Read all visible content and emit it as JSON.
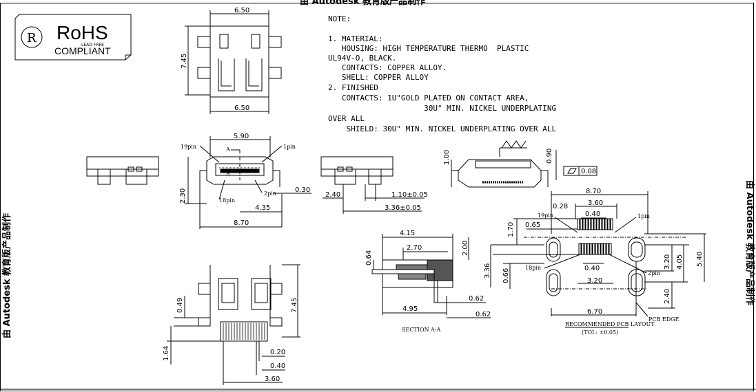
{
  "watermark": {
    "top": "由 Autodesk 教育版产品制作",
    "left": "由 Autodesk 教育版产品制作",
    "right": "由 Autodesk 教育版产品制作"
  },
  "rohs": {
    "title": "RoHS",
    "sub": "LEAD FREE",
    "compliant": "COMPLIANT",
    "logo_letter": "R"
  },
  "notes": {
    "title": "NOTE:",
    "lines": [
      "1. MATERIAL:",
      "   HOUSING: HIGH TEMPERATURE THERMO  PLASTIC",
      "UL94V-O, BLACK.",
      "   CONTACTS: COPPER ALLOY.",
      "   SHELL: COPPER ALLOY",
      "2. FINISHED",
      "   CONTACTS: 1U\"GOLD PLATED ON CONTACT AREA,",
      "                     30U\" MIN. NICKEL UNDERPLATING",
      "OVER ALL",
      "    SHIELD: 30U\" MIN. NICKEL UNDERPLATING OVER ALL"
    ]
  },
  "top_view": {
    "width_top": "6.50",
    "height": "7.45",
    "width_bottom": "6.50"
  },
  "front_view": {
    "width": "5.90",
    "pin19": "19pin",
    "pin1": "1pin",
    "section_a": "A",
    "section_a2": "A",
    "pin2": "2pin",
    "pin18": "18pin",
    "height": "2.30",
    "dim_435": "4.35",
    "dim_870": "8.70",
    "dim_030": "0.30"
  },
  "side_view": {
    "dim_240": "2.40",
    "dim_110": "1.10±0.05",
    "dim_336": "3.36±0.05"
  },
  "bottom_view": {
    "dim_049": "0.49",
    "dim_745": "7.45",
    "dim_164": "1.64",
    "dim_020": "0.20",
    "dim_040": "0.40",
    "dim_360": "3.60"
  },
  "section": {
    "dim_415": "4.15",
    "dim_270": "2.70",
    "dim_064": "0.64",
    "dim_200": "2.00",
    "dim_495": "4.95",
    "dim_062a": "0.62",
    "dim_062b": "0.62",
    "label": "SECTION A-A"
  },
  "iso_view": {
    "dim_100": "1.00",
    "dim_090": "0.90",
    "flatness": "0.08"
  },
  "pcb": {
    "dim_870": "8.70",
    "dim_360": "3.60",
    "dim_028": "0.28",
    "dim_040a": "0.40",
    "pin19": "19pin",
    "pin1": "1pin",
    "dim_170": "1.70",
    "dim_065": "0.65",
    "dim_336": "3.36",
    "dim_066": "0.66",
    "pin18": "18pin",
    "dim_040b": "0.40",
    "pin2": "2pin",
    "dim_320a": "3.20",
    "dim_320b": "3.20",
    "dim_405": "4.05",
    "dim_540": "5.40",
    "dim_240": "2.40",
    "dim_670": "6.70",
    "pcb_edge": "PCB EDGE",
    "title": "RECOMMENDED PCB LAYOUT",
    "tolerance": "(TOL: ±0.05)"
  }
}
